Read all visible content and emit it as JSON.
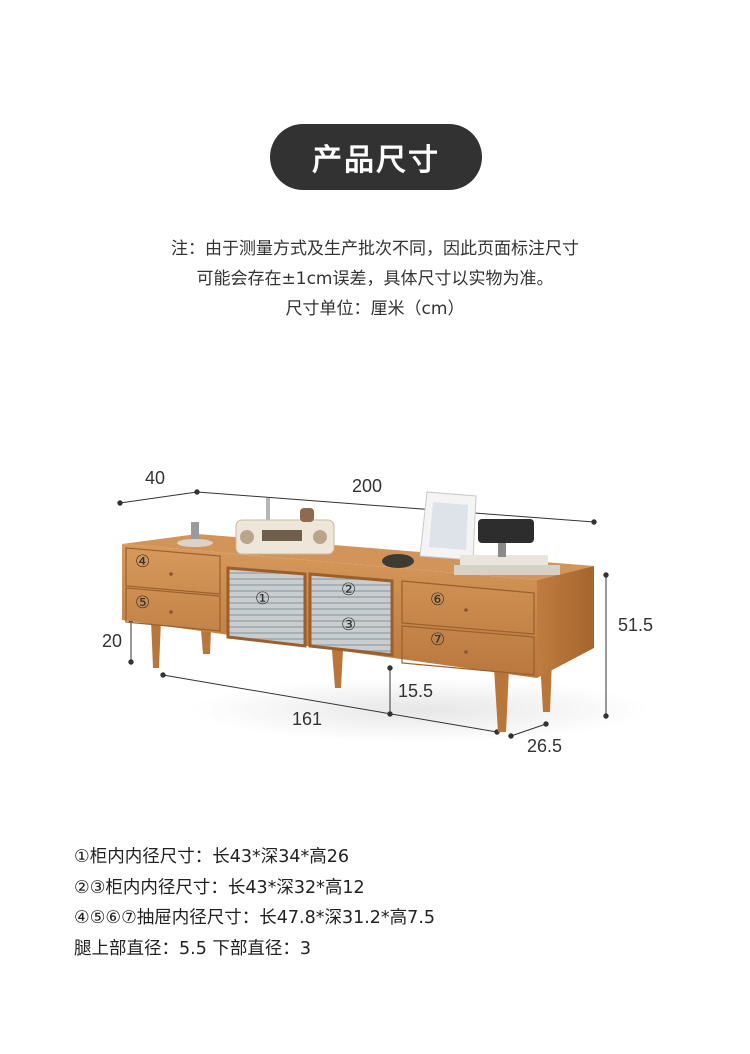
{
  "title": "产品尺寸",
  "notes": [
    "注：由于测量方式及生产批次不同，因此页面标注尺寸",
    "可能会存在±1cm误差，具体尺寸以实物为准。",
    "尺寸单位：厘米（cm）"
  ],
  "dimensions": {
    "depth": "40",
    "width": "200",
    "height": "51.5",
    "leg_height": "20",
    "bottom_clearance": "15.5",
    "leg_span": "161",
    "leg_depth": "26.5"
  },
  "compartment_labels": [
    "①",
    "②",
    "③",
    "④",
    "⑤",
    "⑥",
    "⑦"
  ],
  "specs": [
    "①柜内内径尺寸：长43*深34*高26",
    "②③柜内内径尺寸：长43*深32*高12",
    "④⑤⑥⑦抽屉内径尺寸：长47.8*深31.2*高7.5",
    "腿上部直径：5.5 下部直径：3"
  ],
  "colors": {
    "pill": "#323232",
    "wood": "#c98a4e",
    "wood_dark": "#a8672f",
    "glass": "#c9cfd1"
  }
}
